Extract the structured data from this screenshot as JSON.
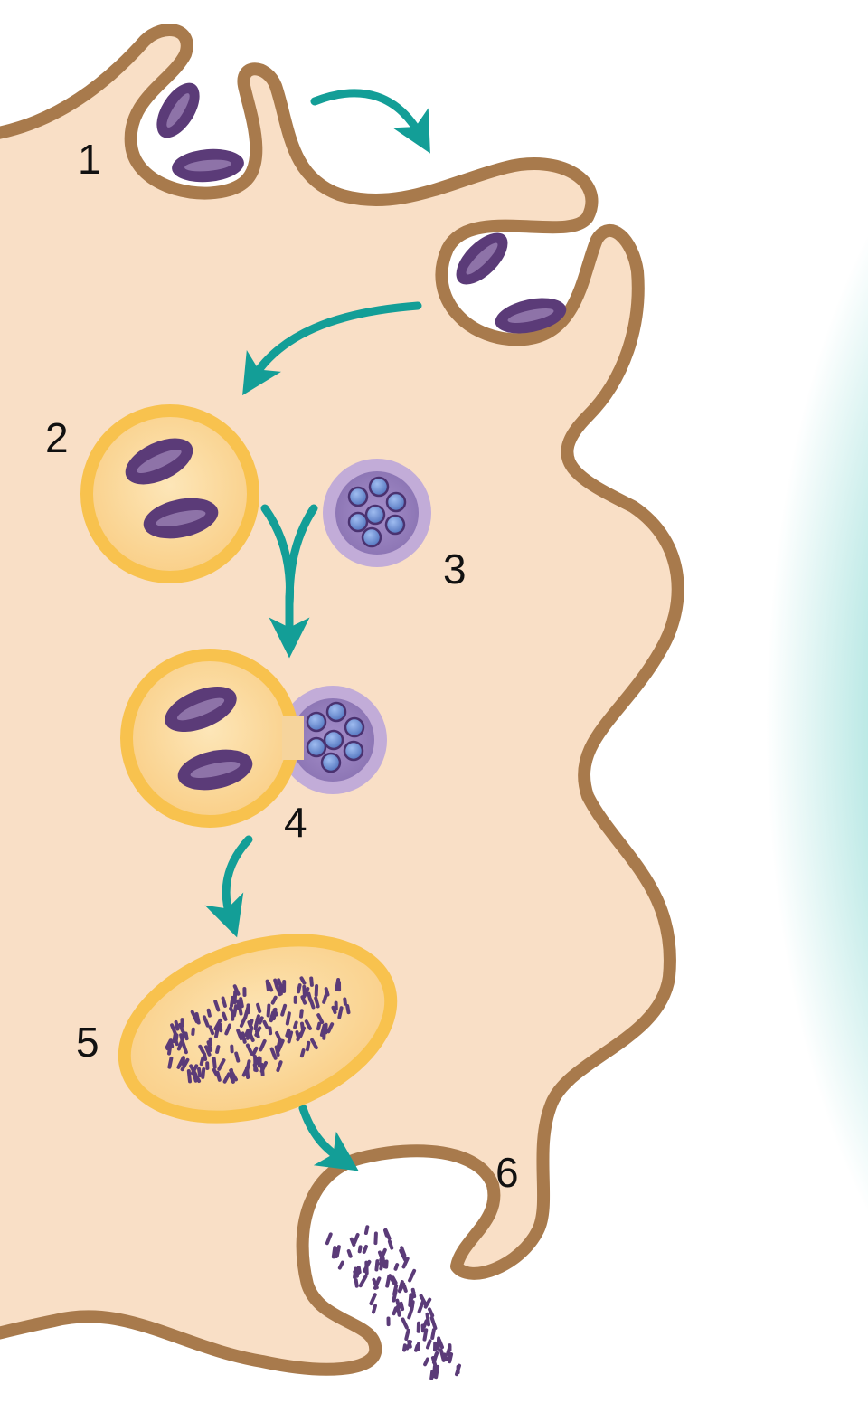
{
  "steps": [
    {
      "label": "1"
    },
    {
      "label": "2"
    },
    {
      "label": "3"
    },
    {
      "label": "4"
    },
    {
      "label": "5"
    },
    {
      "label": "6"
    }
  ],
  "colors": {
    "cytoplasm": "#f9dfc6",
    "membrane": "#a87a4c",
    "extracellular_glow": "#3bbfb5",
    "arrow": "#139e97",
    "phagosome_fill": "#fbd898",
    "phagosome_border": "#f8c24e",
    "lysosome_fill": "#9b86bf",
    "lysosome_border": "#c2acd8",
    "enzyme_granule": "#6a8fd0",
    "particle": "#5b3b78",
    "particle_highlight": "#8e73a8"
  },
  "icons": [
    "ingested-particle-icon",
    "digestive-enzyme-granule-icon",
    "debris-fragment-icon"
  ]
}
